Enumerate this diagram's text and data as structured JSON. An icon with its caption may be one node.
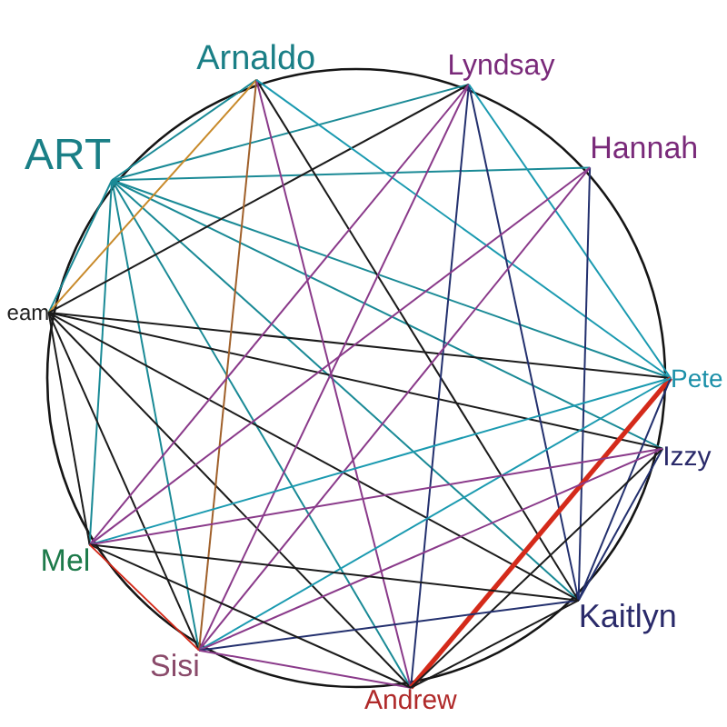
{
  "diagram": {
    "nodes": [
      {
        "text": [
          "Arnaldo"
        ]
      },
      {
        "text": [
          "Lyndsay"
        ]
      },
      {
        "text": [
          "Hannah"
        ]
      },
      {
        "text": [
          "ART"
        ]
      },
      {
        "text": [
          "eam"
        ]
      },
      {
        "text": [
          "Pete"
        ]
      },
      {
        "text": [
          "Izzy"
        ]
      },
      {
        "text": [
          "Mel"
        ]
      },
      {
        "text": [
          "Kaitlyn"
        ]
      },
      {
        "text": [
          "Sisi"
        ]
      },
      {
        "text": [
          "Andrew"
        ]
      }
    ],
    "edges": [
      {
        "from": 3,
        "to": 0,
        "arrow": "none",
        "color": "#1a8a96"
      },
      {
        "from": 3,
        "to": 1,
        "arrow": "none",
        "color": "#1a8a96"
      },
      {
        "from": 3,
        "to": 2,
        "arrow": "none",
        "color": "#1a8a96"
      },
      {
        "from": 3,
        "to": 5,
        "arrow": "none",
        "color": "#1a8a96"
      },
      {
        "from": 3,
        "to": 6,
        "arrow": "none",
        "color": "#1a8a96"
      },
      {
        "from": 3,
        "to": 8,
        "arrow": "none",
        "color": "#1a8a96"
      },
      {
        "from": 3,
        "to": 9,
        "arrow": "none",
        "color": "#1a8a96"
      },
      {
        "from": 3,
        "to": 7,
        "arrow": "none",
        "color": "#1a8a96"
      },
      {
        "from": 3,
        "to": 10,
        "arrow": "none",
        "color": "#1a8a96"
      },
      {
        "from": 3,
        "to": 4,
        "arrow": "none",
        "color": "#1a8a96"
      },
      {
        "from": 4,
        "to": 0,
        "arrow": "none",
        "color": "#c88a2a"
      },
      {
        "from": 4,
        "to": 1,
        "arrow": "none"
      },
      {
        "from": 4,
        "to": 5,
        "arrow": "none"
      },
      {
        "from": 4,
        "to": 6,
        "arrow": "none"
      },
      {
        "from": 4,
        "to": 8,
        "arrow": "none"
      },
      {
        "from": 4,
        "to": 10,
        "arrow": "none"
      },
      {
        "from": 4,
        "to": 9,
        "arrow": "none"
      },
      {
        "from": 4,
        "to": 7,
        "arrow": "none"
      },
      {
        "from": 0,
        "to": 9,
        "arrow": "none",
        "color": "#a0602a"
      },
      {
        "from": 0,
        "to": 8,
        "arrow": "none"
      },
      {
        "from": 0,
        "to": 10,
        "arrow": "none",
        "color": "#8a3a8a"
      },
      {
        "from": 0,
        "to": 5,
        "arrow": "none",
        "color": "#1a9ab0"
      },
      {
        "from": 1,
        "to": 9,
        "arrow": "none",
        "color": "#8a3a8a"
      },
      {
        "from": 1,
        "to": 8,
        "arrow": "none",
        "color": "#23306e"
      },
      {
        "from": 1,
        "to": 10,
        "arrow": "none",
        "color": "#23306e"
      },
      {
        "from": 1,
        "to": 7,
        "arrow": "none",
        "color": "#8a3a8a"
      },
      {
        "from": 1,
        "to": 5,
        "arrow": "none",
        "color": "#1a9ab0"
      },
      {
        "from": 2,
        "to": 9,
        "arrow": "none",
        "color": "#8a3a8a"
      },
      {
        "from": 2,
        "to": 8,
        "arrow": "none",
        "color": "#23306e"
      },
      {
        "from": 2,
        "to": 7,
        "arrow": "none",
        "color": "#8a3a8a"
      },
      {
        "from": 5,
        "to": 7,
        "arrow": "none",
        "color": "#1a9ab0"
      },
      {
        "from": 5,
        "to": 10,
        "arrow": "none",
        "style": "thick",
        "color": "#d42a1a"
      },
      {
        "from": 5,
        "to": 8,
        "arrow": "none",
        "color": "#23306e"
      },
      {
        "from": 5,
        "to": 9,
        "arrow": "none",
        "color": "#1a9ab0"
      },
      {
        "from": 6,
        "to": 8,
        "arrow": "none",
        "color": "#23306e"
      },
      {
        "from": 6,
        "to": 9,
        "arrow": "none",
        "color": "#8a3a8a"
      },
      {
        "from": 6,
        "to": 10,
        "arrow": "none"
      },
      {
        "from": 6,
        "to": 7,
        "arrow": "none",
        "color": "#8a3a8a"
      },
      {
        "from": 8,
        "to": 9,
        "arrow": "none",
        "color": "#23306e"
      },
      {
        "from": 8,
        "to": 10,
        "arrow": "none"
      },
      {
        "from": 8,
        "to": 7,
        "arrow": "none"
      },
      {
        "from": 10,
        "to": 9,
        "arrow": "none",
        "color": "#8a3a8a"
      },
      {
        "from": 10,
        "to": 7,
        "arrow": "none"
      },
      {
        "from": 9,
        "to": 7,
        "arrow": "none",
        "color": "#d42a1a"
      }
    ]
  }
}
